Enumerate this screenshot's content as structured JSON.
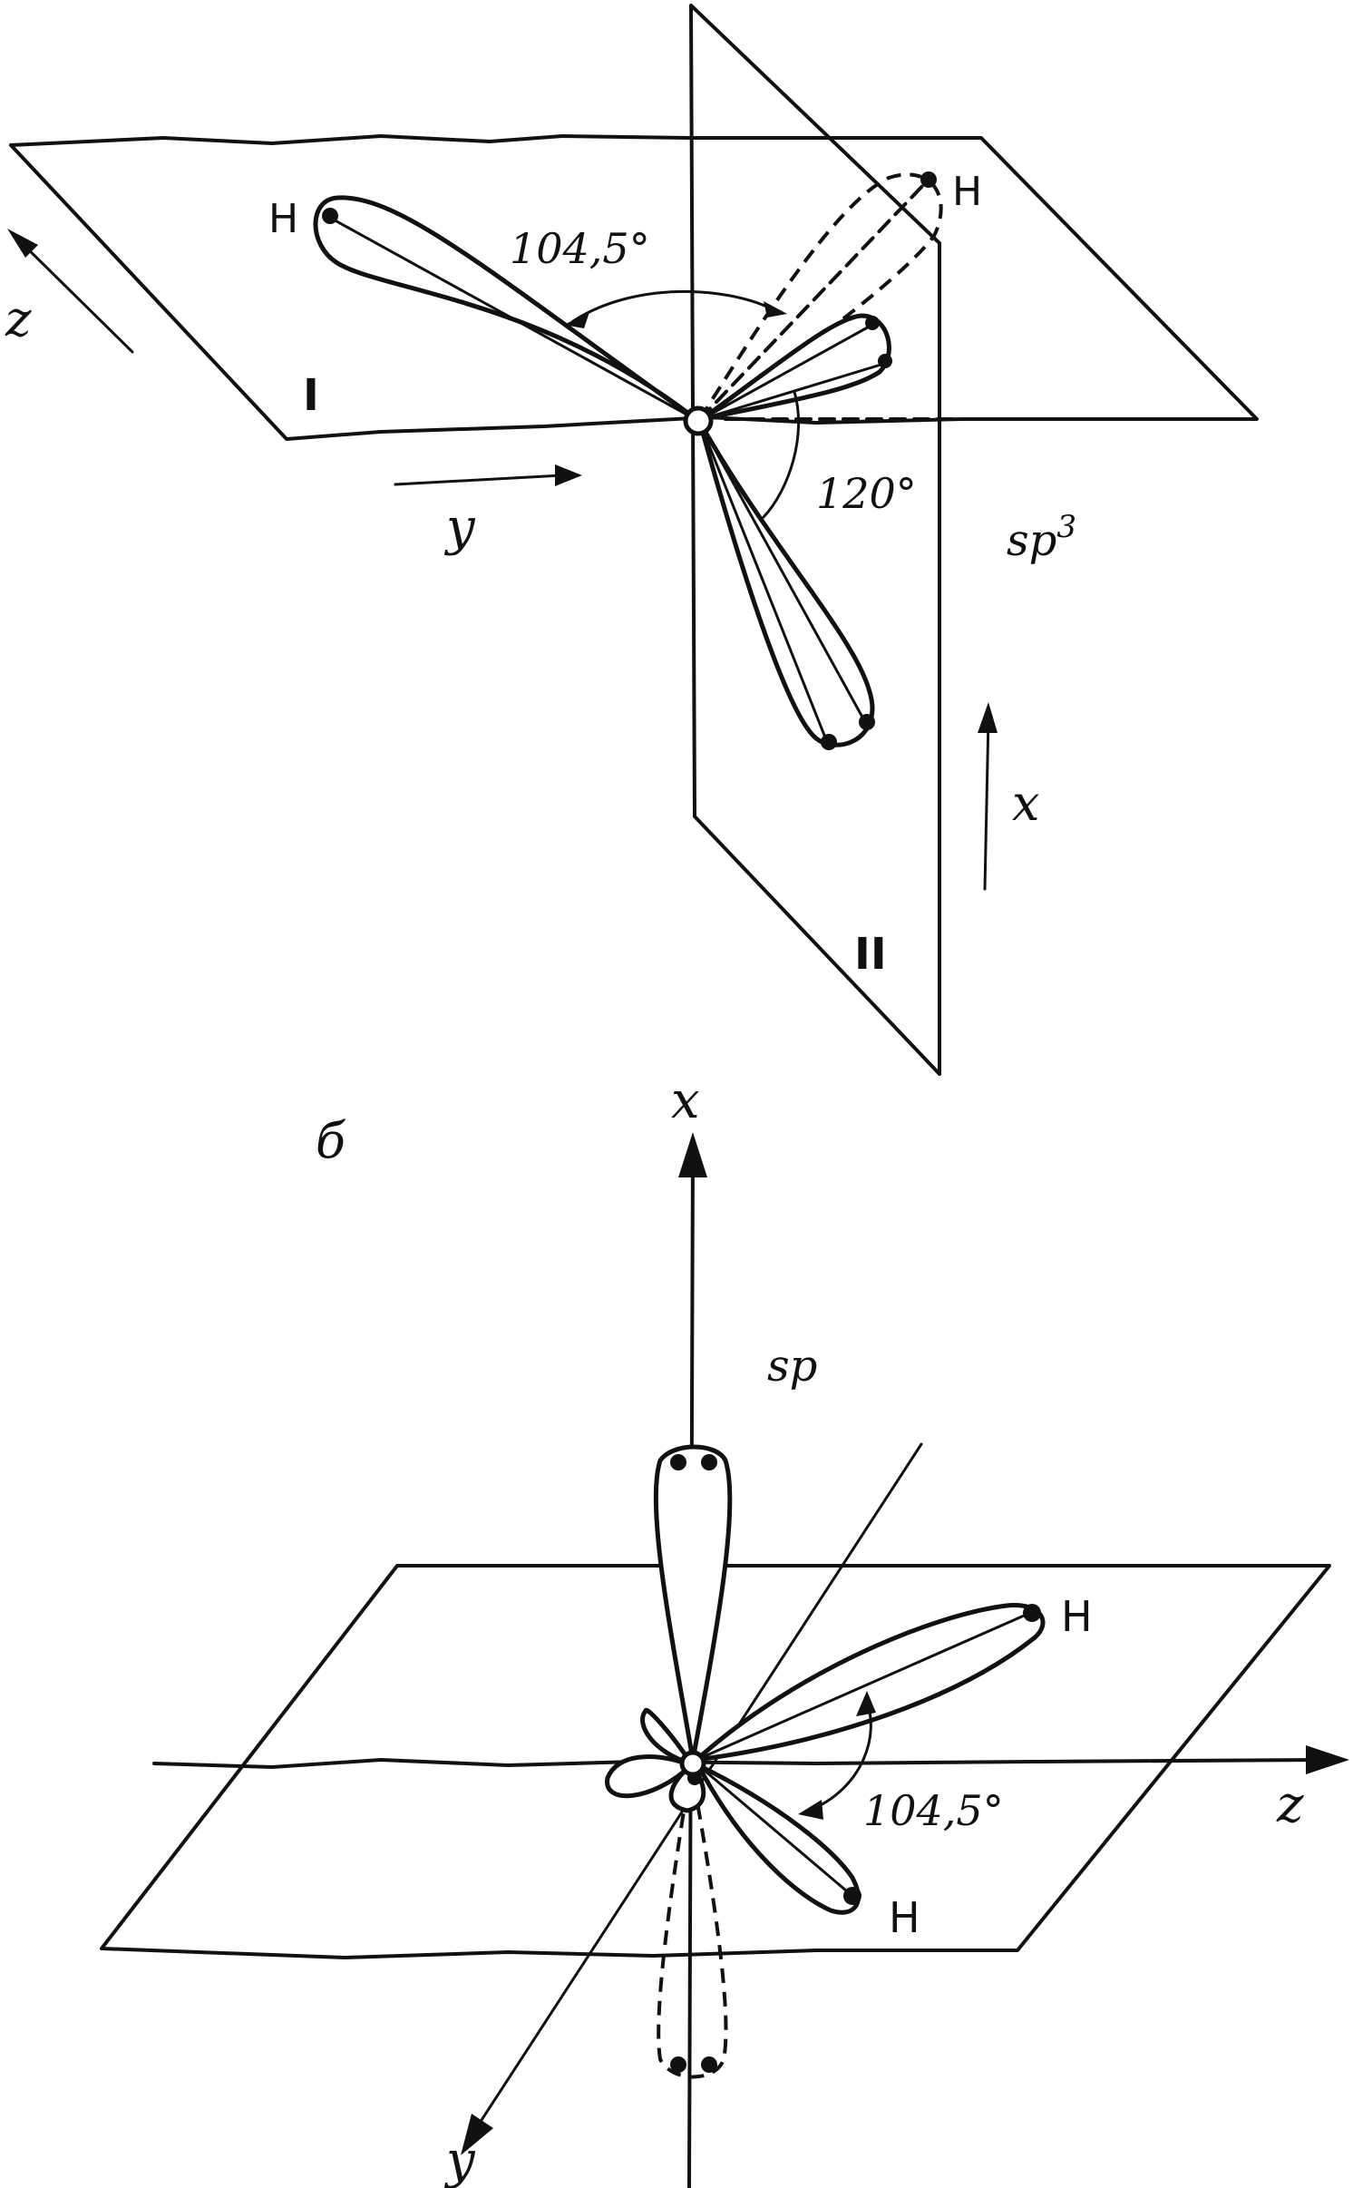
{
  "figure_top": {
    "atom_left": "H",
    "atom_right": "H",
    "bond_angle": "104,5°",
    "lone_pair_angle": "120°",
    "hybridization": "sp",
    "hybridization_power": "3",
    "plane_one": "I",
    "plane_two": "II",
    "axis_z": "z",
    "axis_y": "y",
    "axis_x": "x"
  },
  "figure_bottom": {
    "panel_letter": "б",
    "axis_x": "x",
    "axis_y": "y",
    "axis_z": "z",
    "hybridization": "sp",
    "atom_upper": "H",
    "atom_lower": "H",
    "bond_angle": "104,5°"
  }
}
